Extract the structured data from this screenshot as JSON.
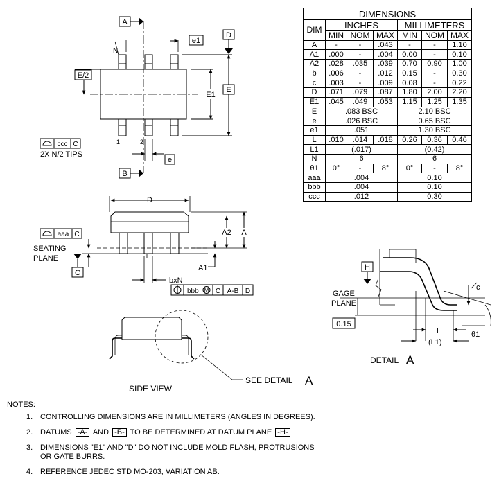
{
  "table": {
    "title": "DIMENSIONS",
    "dim_header": "DIM",
    "inches_header": "INCHES",
    "mm_header": "MILLIMETERS",
    "sub_headers": [
      "MIN",
      "NOM",
      "MAX",
      "MIN",
      "NOM",
      "MAX"
    ],
    "rows": [
      {
        "dim": "A",
        "in": [
          "-",
          "-",
          ".043"
        ],
        "mm": [
          "-",
          "-",
          "1.10"
        ]
      },
      {
        "dim": "A1",
        "in": [
          ".000",
          "-",
          ".004"
        ],
        "mm": [
          "0.00",
          "-",
          "0.10"
        ]
      },
      {
        "dim": "A2",
        "in": [
          ".028",
          ".035",
          ".039"
        ],
        "mm": [
          "0.70",
          "0.90",
          "1.00"
        ]
      },
      {
        "dim": "b",
        "in": [
          ".006",
          "-",
          ".012"
        ],
        "mm": [
          "0.15",
          "-",
          "0.30"
        ]
      },
      {
        "dim": "c",
        "in": [
          ".003",
          "-",
          ".009"
        ],
        "mm": [
          "0.08",
          "-",
          "0.22"
        ]
      },
      {
        "dim": "D",
        "in": [
          ".071",
          ".079",
          ".087"
        ],
        "mm": [
          "1.80",
          "2.00",
          "2.20"
        ]
      },
      {
        "dim": "E1",
        "in": [
          ".045",
          ".049",
          ".053"
        ],
        "mm": [
          "1.15",
          "1.25",
          "1.35"
        ]
      },
      {
        "dim": "E",
        "in_span": ".083 BSC",
        "mm_span": "2.10 BSC"
      },
      {
        "dim": "e",
        "in_span": ".026 BSC",
        "mm_span": "0.65 BSC"
      },
      {
        "dim": "e1",
        "in_span": ".051",
        "mm_span": "1.30 BSC"
      },
      {
        "dim": "L",
        "in": [
          ".010",
          ".014",
          ".018"
        ],
        "mm": [
          "0.26",
          "0.36",
          "0.46"
        ]
      },
      {
        "dim": "L1",
        "in_span": "(.017)",
        "mm_span": "(0.42)"
      },
      {
        "dim": "N",
        "in_span": "6",
        "mm_span": "6"
      },
      {
        "dim": "θ1",
        "in": [
          "0°",
          "-",
          "8°"
        ],
        "mm": [
          "0°",
          "-",
          "8°"
        ]
      },
      {
        "dim": "aaa",
        "in_span": ".004",
        "mm_span": "0.10"
      },
      {
        "dim": "bbb",
        "in_span": ".004",
        "mm_span": "0.10"
      },
      {
        "dim": "ccc",
        "in_span": ".012",
        "mm_span": "0.30"
      }
    ]
  },
  "top_view": {
    "datum_a": "A",
    "datum_b": "B",
    "datum_d": "D",
    "e1_label": "e1",
    "e_label": "e",
    "e_box": "E",
    "e1_dim": "E1",
    "e_half": "E/2",
    "n_label": "N",
    "pin1_label": "1",
    "pin2_label": "2",
    "ccc_box": "ccc",
    "ccc_datum": "C",
    "tips_label": "2X N/2 TIPS"
  },
  "front_view": {
    "d_label": "D",
    "a2_label": "A2",
    "a_label": "A",
    "a1_label": "A1",
    "aaa_box": "aaa",
    "aaa_datum": "C",
    "seating_line1": "SEATING",
    "seating_line2": "PLANE",
    "datum_c": "C",
    "bxn_label": "bxN",
    "fcf": [
      "bbb",
      "C",
      "A-B",
      "D"
    ]
  },
  "side_view": {
    "label": "SIDE VIEW",
    "see_detail": "SEE DETAIL",
    "see_detail_letter": "A"
  },
  "detail_view": {
    "datum_h": "H",
    "gage_line1": "GAGE",
    "gage_line2": "PLANE",
    "gage_dim": "0.15",
    "c_label": "c",
    "l_label": "L",
    "l1_label": "(L1)",
    "theta_label": "θ1",
    "title": "DETAIL",
    "title_letter": "A"
  },
  "notes": {
    "title": "NOTES:",
    "n1": "CONTROLLING DIMENSIONS ARE IN MILLIMETERS (ANGLES IN DEGREES).",
    "n2_a": "DATUMS",
    "n2_box1": "-A-",
    "n2_and": "AND",
    "n2_box2": "-B-",
    "n2_b": "TO BE DETERMINED AT DATUM PLANE",
    "n2_box3": "-H-",
    "n3_line1": "DIMENSIONS \"E1\" AND \"D\" DO NOT INCLUDE MOLD FLASH, PROTRUSIONS",
    "n3_line2": "OR GATE BURRS.",
    "n4": "REFERENCE JEDEC STD MO-203, VARIATION AB."
  }
}
